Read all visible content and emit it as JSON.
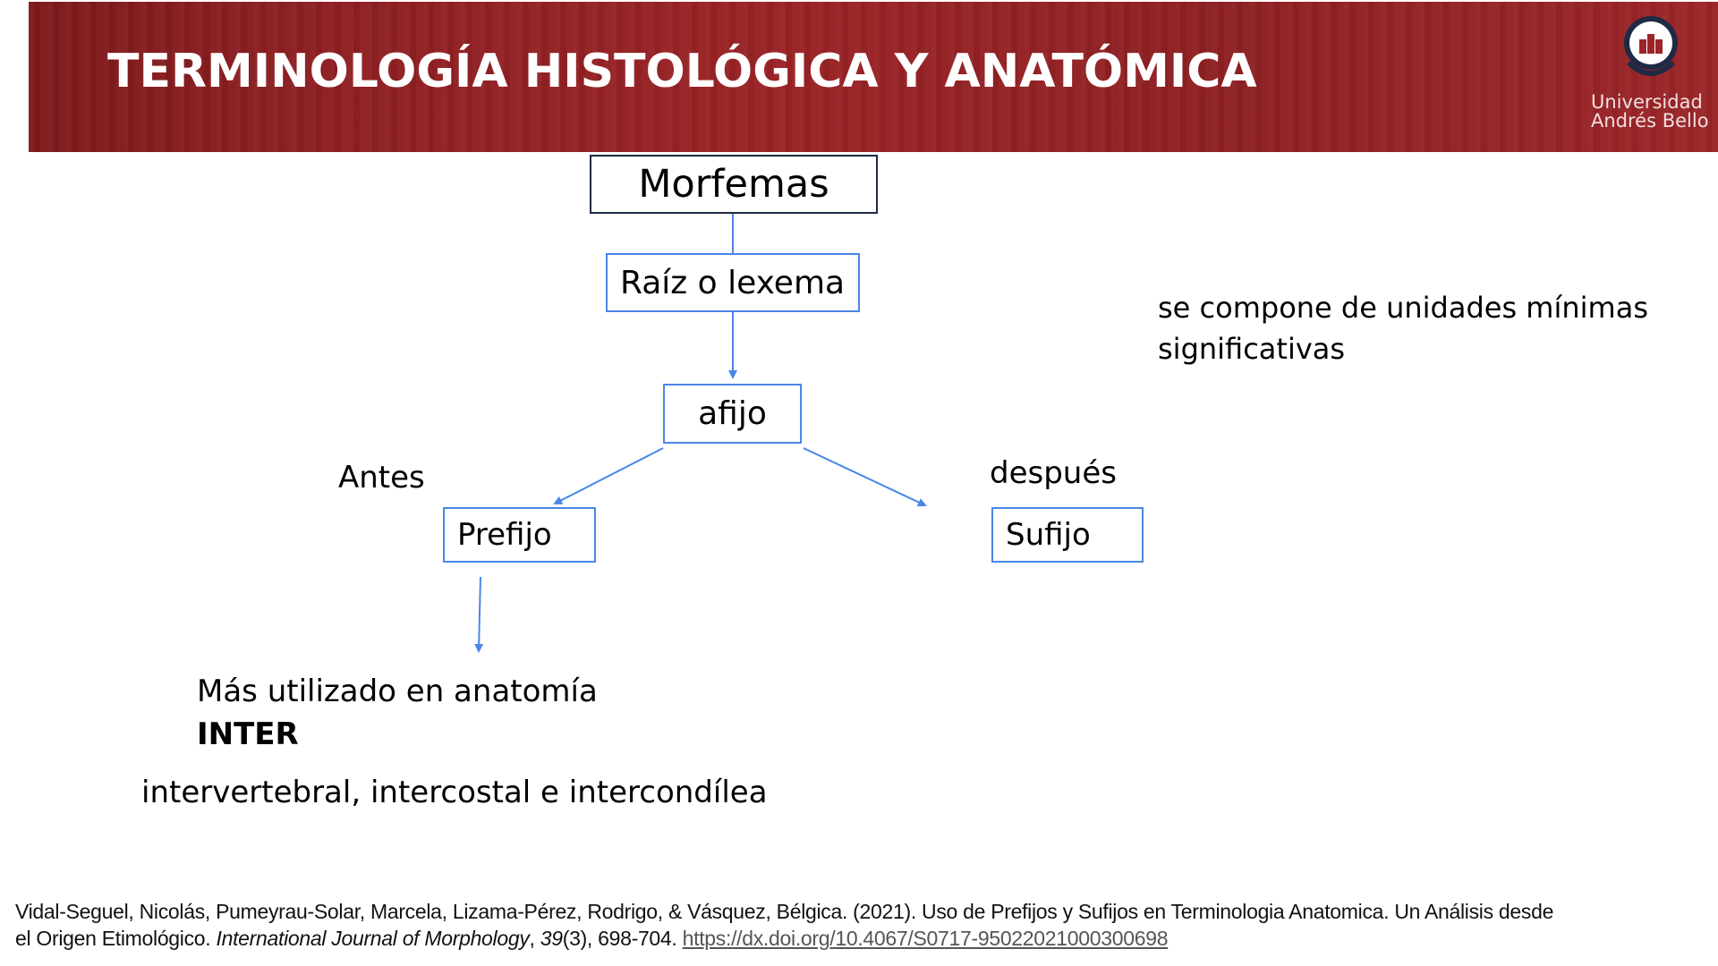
{
  "header": {
    "title": "TERMINOLOGÍA HISTOLÓGICA Y ANATÓMICA",
    "logo": {
      "line1": "Universidad",
      "line2": "Andrés Bello",
      "icon": "university-crest-icon"
    },
    "colors": {
      "banner": "#8e2023",
      "title": "#ffffff"
    }
  },
  "diagram": {
    "nodes": {
      "morfemas": "Morfemas",
      "raiz": "Raíz o lexema",
      "afijo": "afijo",
      "prefijo": "Prefijo",
      "sufijo": "Sufijo"
    },
    "labels": {
      "antes": "Antes",
      "despues": "después"
    },
    "colors": {
      "connector": "#4a86e8",
      "root_border": "#1f2a44"
    }
  },
  "definition": {
    "line1": "se compone de unidades mínimas",
    "line2": "significativas"
  },
  "notes": {
    "most_used": "Más utilizado en anatomía",
    "prefix": "INTER",
    "examples": "intervertebral, intercostal e intercondílea"
  },
  "citation": {
    "line1": "Vidal-Seguel, Nicolás, Pumeyrau-Solar, Marcela, Lizama-Pérez, Rodrigo, & Vásquez, Bélgica. (2021). Uso de Prefijos y Sufijos en Terminologia Anatomica. Un Análisis desde",
    "line2_start": "el Origen Etimológico. ",
    "journal": "International Journal of Morphology",
    "sep": ", ",
    "volume": "39",
    "issue_pages": "(3), 698-704. ",
    "url": "https://dx.doi.org/10.4067/S0717-95022021000300698"
  }
}
